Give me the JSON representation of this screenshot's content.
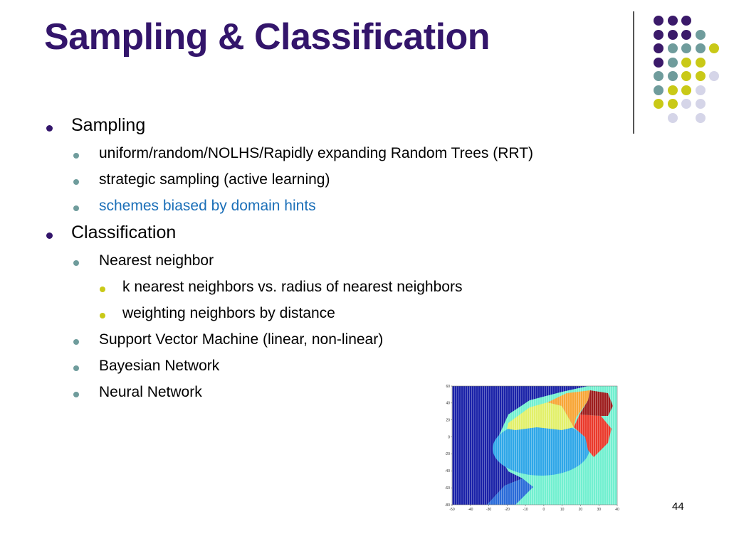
{
  "slide": {
    "title": "Sampling & Classification",
    "page_number": "44"
  },
  "colors": {
    "title": "#33156b",
    "level1_bullet": "#33156b",
    "level2_bullet": "#6f9c9c",
    "level3_bullet": "#c9c917",
    "highlight_text": "#1b6fb8",
    "dot_purple": "#3b1a6a",
    "dot_teal": "#6f9c9c",
    "dot_yellow": "#c9c917",
    "dot_lavender": "#d5d5e8"
  },
  "bullets": [
    {
      "level": 1,
      "text": "Sampling"
    },
    {
      "level": 2,
      "text": "uniform/random/NOLHS/Rapidly expanding Random Trees (RRT)"
    },
    {
      "level": 2,
      "text": "strategic sampling (active learning)"
    },
    {
      "level": 2,
      "text": "schemes biased by domain hints",
      "highlight": true
    },
    {
      "level": 1,
      "text": "Classification"
    },
    {
      "level": 2,
      "text": "Nearest neighbor"
    },
    {
      "level": 3,
      "text": "k nearest neighbors vs. radius of nearest neighbors"
    },
    {
      "level": 3,
      "text": "weighting neighbors by distance"
    },
    {
      "level": 2,
      "text": "Support Vector Machine (linear, non-linear)"
    },
    {
      "level": 2,
      "text": "Bayesian Network"
    },
    {
      "level": 2,
      "text": "Neural Network"
    }
  ],
  "figure": {
    "x_ticks": [
      "-50",
      "-40",
      "-30",
      "-20",
      "-10",
      "0",
      "10",
      "20",
      "30",
      "40"
    ],
    "y_ticks": [
      "60",
      "40",
      "20",
      "0",
      "-20",
      "-40",
      "-60",
      "-80"
    ],
    "xlim": [
      -50,
      40
    ],
    "ylim": [
      -80,
      60
    ],
    "region_colors": {
      "dark_blue": "#1a22a8",
      "mid_blue": "#2a6bd8",
      "light_blue": "#2fa7e8",
      "aqua": "#72f0d0",
      "yellow_green": "#e2f06a",
      "orange": "#f7a637",
      "red": "#ea3a2c",
      "dark_red": "#9e1e1e"
    }
  }
}
